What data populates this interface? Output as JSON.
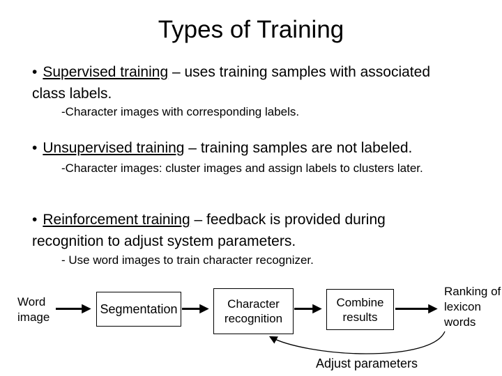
{
  "slide": {
    "title": "Types of Training",
    "bullet_char": "•",
    "bullets": [
      {
        "term": "Supervised training",
        "rest": " – uses training samples with associated class labels.",
        "subs": [
          "-Character images with corresponding labels."
        ]
      },
      {
        "term": "Unsupervised training",
        "rest": " – training samples are not labeled.",
        "subs": [
          "-Character images: cluster images and assign labels to clusters later."
        ]
      },
      {
        "term": "Reinforcement training",
        "rest": " – feedback is provided during recognition to adjust system parameters.",
        "subs": [
          "- Use word images to train character recognizer."
        ]
      }
    ]
  },
  "diagram": {
    "input_label": "Word image",
    "boxes": [
      "Segmentation",
      "Character recognition",
      "Combine results"
    ],
    "output_label": "Ranking of lexicon words",
    "feedback_label": "Adjust parameters"
  },
  "colors": {
    "background": "#ffffff",
    "text": "#000000",
    "line": "#000000"
  }
}
